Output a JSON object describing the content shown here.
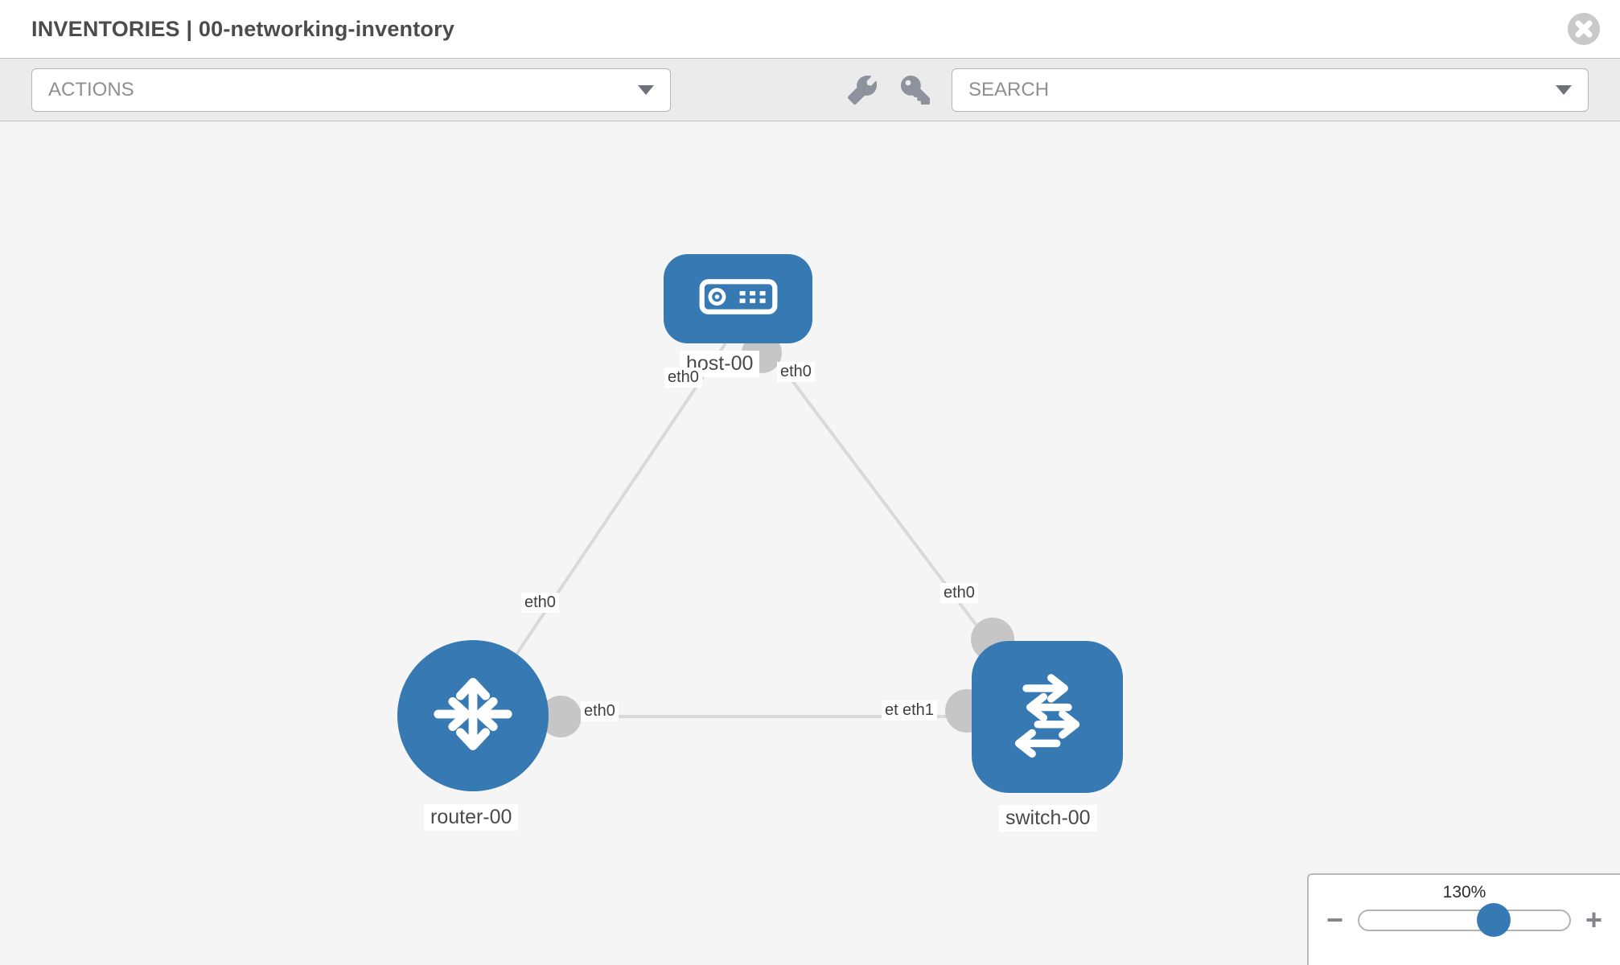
{
  "header": {
    "title": "INVENTORIES | 00-networking-inventory",
    "close_icon": "times-circle-icon"
  },
  "toolbar": {
    "actions_dropdown": {
      "label": "ACTIONS"
    },
    "wrench_icon": "wrench-icon",
    "key_icon": "key-icon",
    "search_dropdown": {
      "placeholder": "SEARCH",
      "value": ""
    }
  },
  "canvas": {
    "nodes": [
      {
        "id": "host-00",
        "type": "host",
        "label": "host-00",
        "icon": "host-icon",
        "shape": "rounded-rect",
        "color": "#377ab3"
      },
      {
        "id": "router-00",
        "type": "router",
        "label": "router-00",
        "icon": "router-icon",
        "shape": "circle",
        "color": "#377ab3"
      },
      {
        "id": "switch-00",
        "type": "switch",
        "label": "switch-00",
        "icon": "switch-icon",
        "shape": "rounded-square",
        "color": "#377ab3"
      }
    ],
    "links": [
      {
        "from": "host-00",
        "to": "router-00",
        "from_interface": "eth0",
        "to_interface": "eth0"
      },
      {
        "from": "host-00",
        "to": "switch-00",
        "from_interface": "eth0",
        "to_interface": "eth0"
      },
      {
        "from": "router-00",
        "to": "switch-00",
        "from_interface": "eth0",
        "to_interface": "eth1"
      }
    ],
    "interface_labels": [
      "eth0",
      "eth0",
      "eth0",
      "eth0",
      "eth0",
      "eth0",
      "eth1"
    ]
  },
  "zoom_control": {
    "level_label": "130%",
    "minus_label": "−",
    "plus_label": "+",
    "slider_percent": 64,
    "handle_color": "#377ab3"
  },
  "colors": {
    "node_blue": "#377ab3",
    "link_gray": "#d9d9d9",
    "connector_gray": "#c6c6c6",
    "toolbar_bg": "#ebebeb",
    "canvas_bg": "#f5f5f5"
  }
}
